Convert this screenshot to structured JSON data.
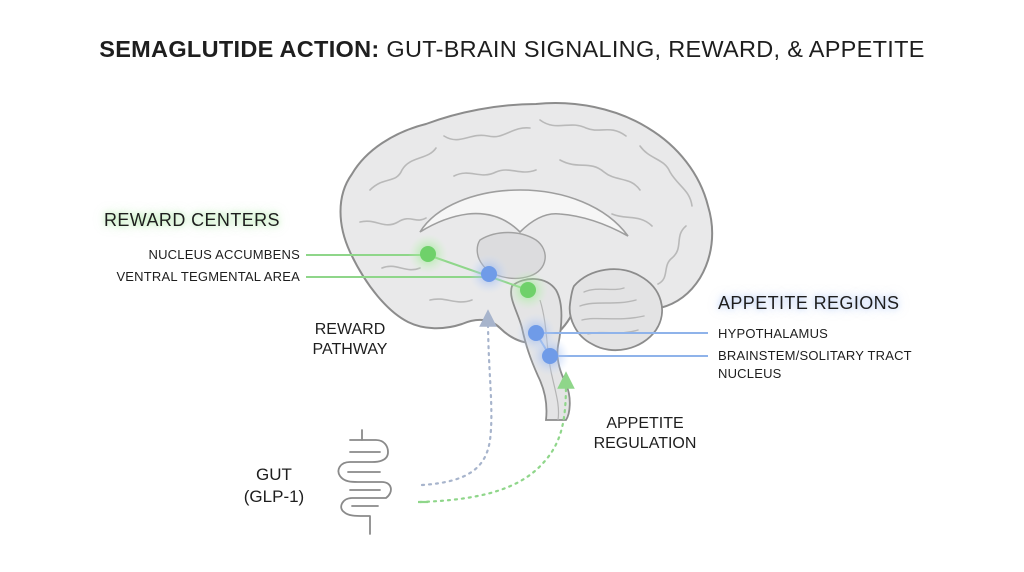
{
  "title": {
    "lead": "SEMAGLUTIDE ACTION:",
    "rest": "GUT-BRAIN SIGNALING, REWARD, & APPETITE"
  },
  "reward_centers": {
    "heading": "REWARD CENTERS",
    "items": [
      "NUCLEUS ACCUMBENS",
      "VENTRAL TEGMENTAL AREA"
    ]
  },
  "appetite_regions": {
    "heading": "APPETITE REGIONS",
    "items": [
      "HYPOTHALAMUS",
      "BRAINSTEM/SOLITARY TRACT",
      "NUCLEUS"
    ]
  },
  "pathways": {
    "reward_line1": "REWARD",
    "reward_line2": "PATHWAY",
    "appetite_line1": "APPETITE",
    "appetite_line2": "REGULATION"
  },
  "gut": {
    "line1": "GUT",
    "line2": "(GLP-1)"
  },
  "colors": {
    "reward_green": "#6fd16a",
    "appetite_blue": "#6f9be8",
    "brain_fill": "#e9e9ea",
    "brain_outline": "#8c8c8c",
    "reward_pathway_line": "#a7b4cc",
    "appetite_pathway_line": "#8fd68a"
  }
}
